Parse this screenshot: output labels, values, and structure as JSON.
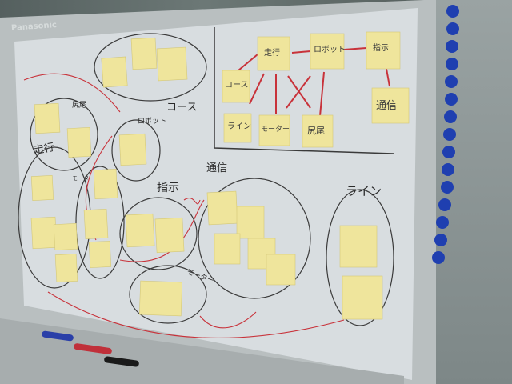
{
  "brand": "Panasonic",
  "diagram_labels": {
    "course": "コース",
    "course_small": "コース",
    "tail": "尻尾",
    "run": "走行",
    "motor_small": "モーター",
    "robot_small": "ロボット",
    "instruction": "指示",
    "comm": "通信",
    "motor": "モーター",
    "line": "ライン"
  },
  "legend": {
    "run": "走行",
    "robot": "ロボット",
    "instruction": "指示",
    "course": "コース",
    "comm": "通信",
    "line": "ライン",
    "motor": "モーター",
    "tail": "尻尾"
  },
  "colors": {
    "sticky": "#efe59c",
    "board": "#d9dee1",
    "red_line": "#c8323a",
    "black_line": "#3a3a3a",
    "magnet": "#1f3fb0"
  }
}
